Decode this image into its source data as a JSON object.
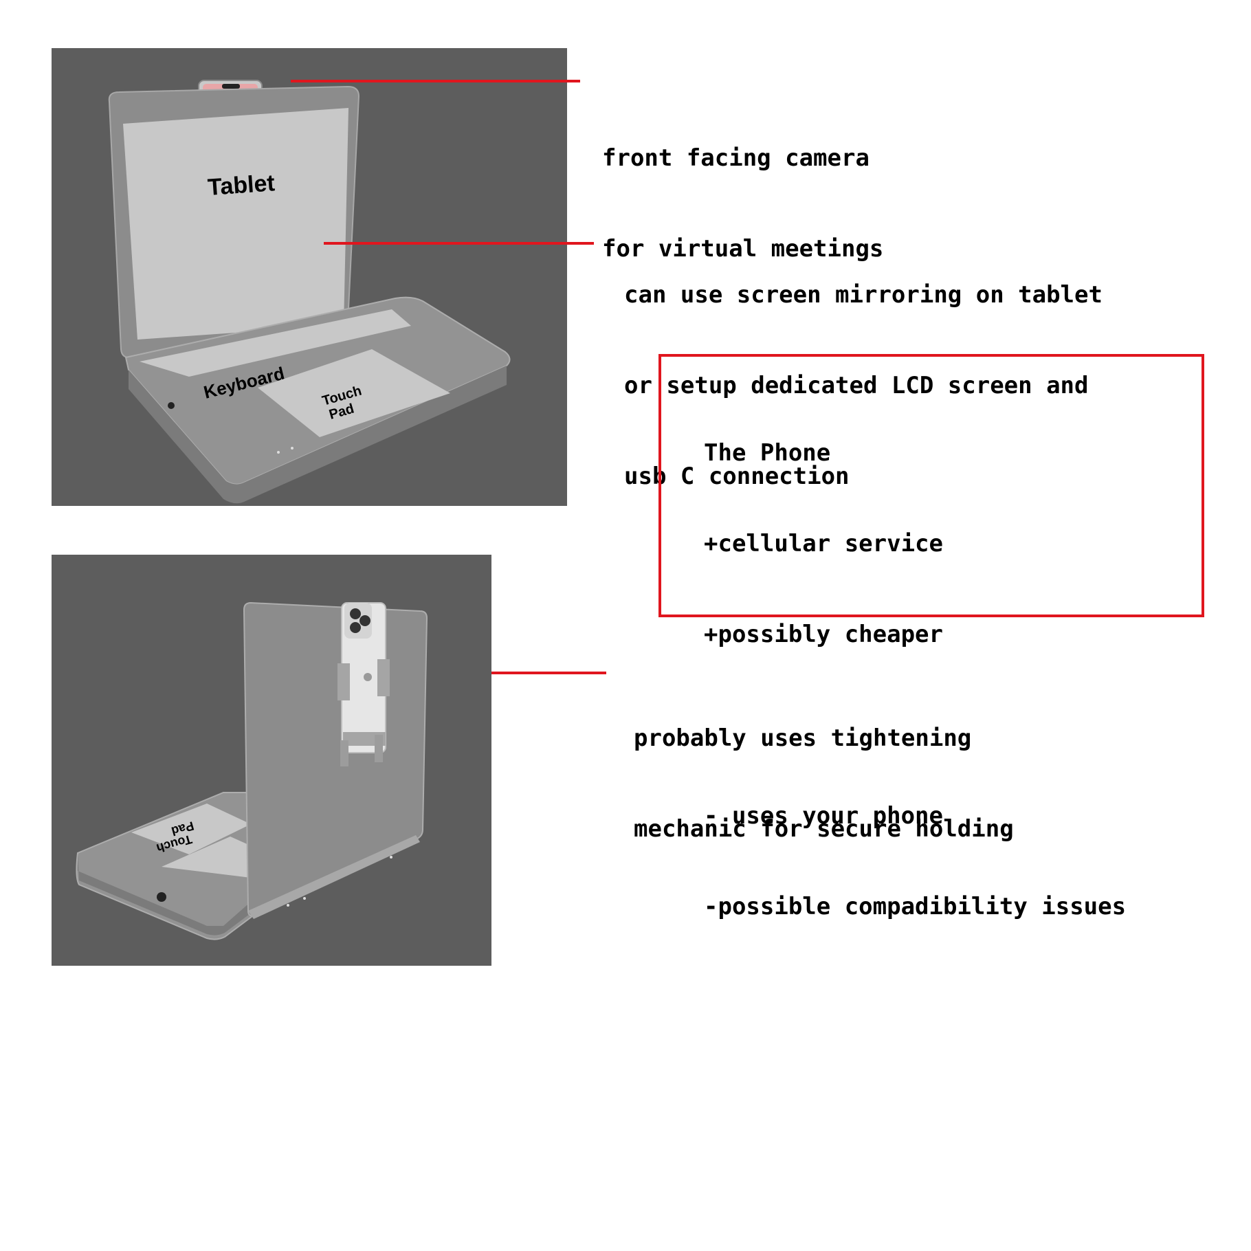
{
  "renders": {
    "top": {
      "screen_label": "Tablet",
      "keyboard_label": "Keyboard",
      "touchpad_label_1": "Touch",
      "touchpad_label_2": "Pad"
    },
    "bottom": {
      "touchpad_label_1": "Touch",
      "touchpad_label_2": "Pad"
    }
  },
  "callouts": {
    "camera": {
      "lines": [
        "front facing camera",
        "for virtual meetings"
      ]
    },
    "screen": {
      "lines": [
        "can use screen mirroring on tablet",
        "or setup dedicated LCD screen and",
        "usb C connection"
      ]
    },
    "holder": {
      "lines": [
        "probably uses tightening",
        "mechanic for secure holding"
      ]
    }
  },
  "phone_box": {
    "lines": [
      "The Phone",
      "+cellular service",
      "+possibly cheaper",
      "",
      "- uses your phone",
      "-possible compadibility issues"
    ]
  },
  "colors": {
    "accent_red": "#e0161e",
    "render_bg": "#5d5d5d"
  }
}
